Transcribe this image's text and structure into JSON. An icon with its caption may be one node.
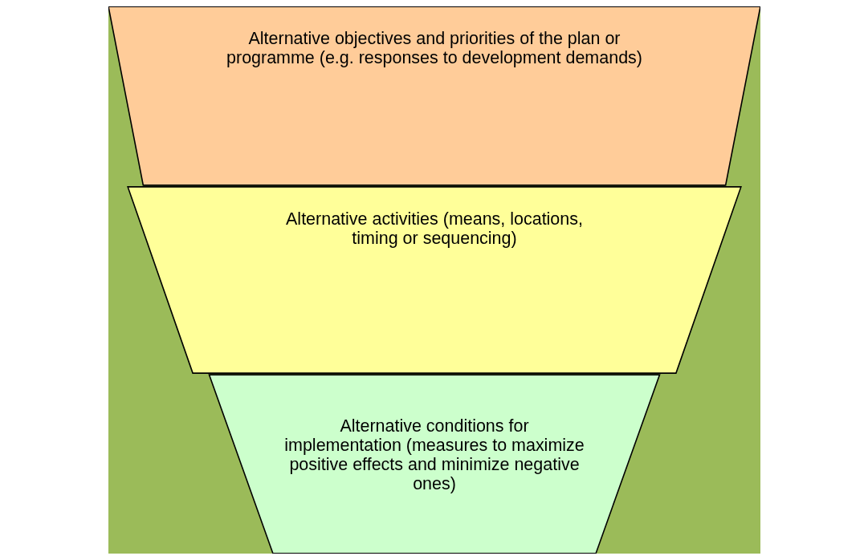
{
  "diagram": {
    "nodes": [
      {
        "text": [
          "Alternative objectives and priorities of the plan or programme (e.g. responses to development demands)"
        ]
      },
      {
        "text": [
          "Alternative activities (means, locations, timing or sequencing)"
        ]
      },
      {
        "text": [
          "Alternative conditions for implementation (measures to maximize positive effects and minimize negative ones)"
        ]
      }
    ]
  }
}
